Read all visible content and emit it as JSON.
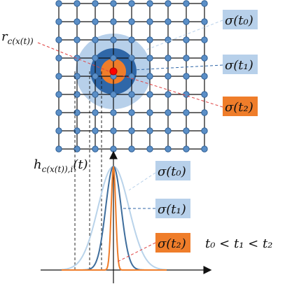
{
  "labels": {
    "r_label_main": "r",
    "r_label_sub": "c(x(t))",
    "h_label_main": "h",
    "h_label_sub": "c(x(t)),i",
    "h_label_arg": "(t)",
    "grid_sigma_t0": "σ(t₀)",
    "grid_sigma_t1": "σ(t₁)",
    "grid_sigma_t2": "σ(t₂)",
    "plot_sigma_t0": "σ(t₀)",
    "plot_sigma_t1": "σ(t₁)",
    "plot_sigma_t2": "σ(t₂)",
    "inequality": "t₀ < t₁ < t₂"
  },
  "grid": {
    "rows": 9,
    "cols": 9,
    "winner_cell": {
      "row": 3,
      "col": 3
    }
  },
  "colors": {
    "node": "#5b8fc7",
    "node_stroke": "#2f5f95",
    "winner": "#ff0000",
    "sigma_t0": "#b7d0ea",
    "sigma_t1": "#2f67a8",
    "sigma_t2": "#ef7d2a",
    "r_line": "#e04040",
    "sigma_t0_curve": "#b9d3ea",
    "sigma_t1_curve": "#3e6d9c",
    "sigma_t2_curve": "#ef7d2a"
  }
}
